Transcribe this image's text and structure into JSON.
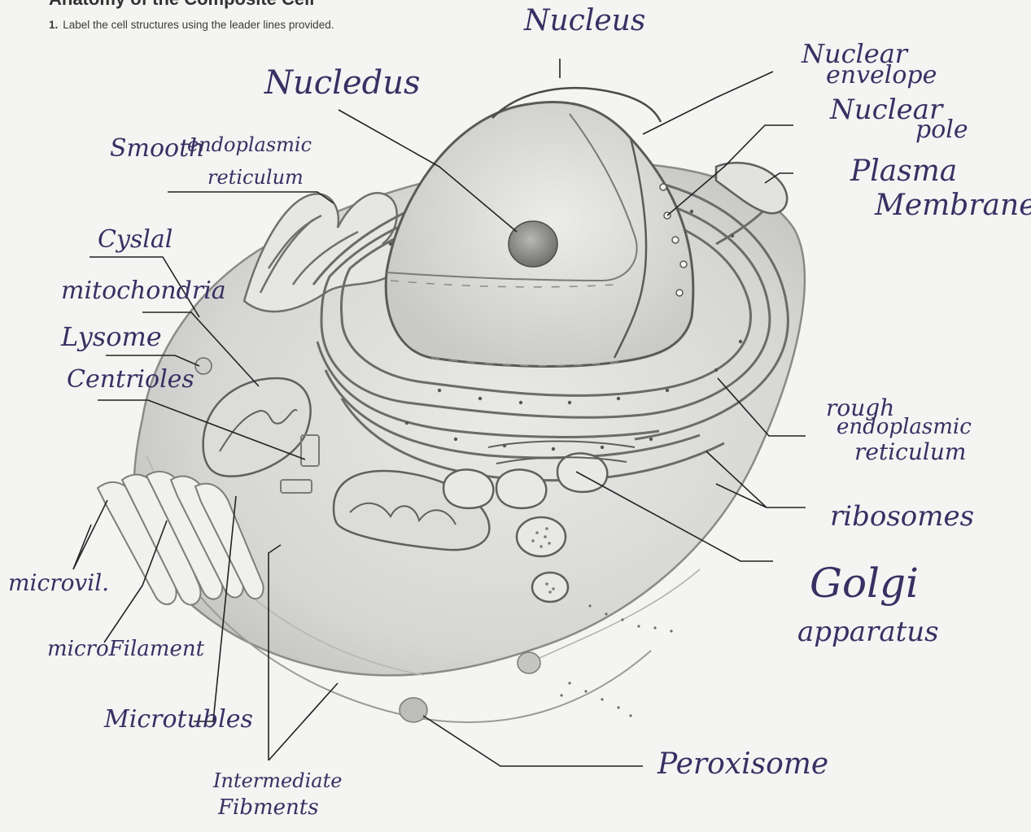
{
  "heading": "Anatomy of the Composite Cell",
  "instruction": {
    "number": "1.",
    "text": "Label the cell structures using the leader lines provided."
  },
  "labels": {
    "nucleus": "Nucleus",
    "nucleolus": "Nucledus",
    "nuclear_envelope_1": "Nuclear",
    "nuclear_envelope_2": "envelope",
    "nuclear_pore_1": "Nuclear",
    "nuclear_pore_2": "pole",
    "plasma_membrane_1": "Plasma",
    "plasma_membrane_2": "Membrane",
    "smooth_er_1": "Smooth",
    "smooth_er_2": "endoplasmic",
    "smooth_er_3": "reticulum",
    "cytosol": "Cyslal",
    "mitochondria": "mitochondria",
    "lysosome": "Lysome",
    "centrioles": "Centrioles",
    "rough_er_1": "rough",
    "rough_er_2": "endoplasmic",
    "rough_er_3": "reticulum",
    "ribosomes": "ribosomes",
    "golgi_1": "Golgi",
    "golgi_2": "apparatus",
    "microvilli": "microvil.",
    "microfilament": "microFilament",
    "microtubules": "Microtubles",
    "intermediate_1": "Intermediate",
    "intermediate_2": "Fibments",
    "peroxisome": "Peroxisome"
  }
}
